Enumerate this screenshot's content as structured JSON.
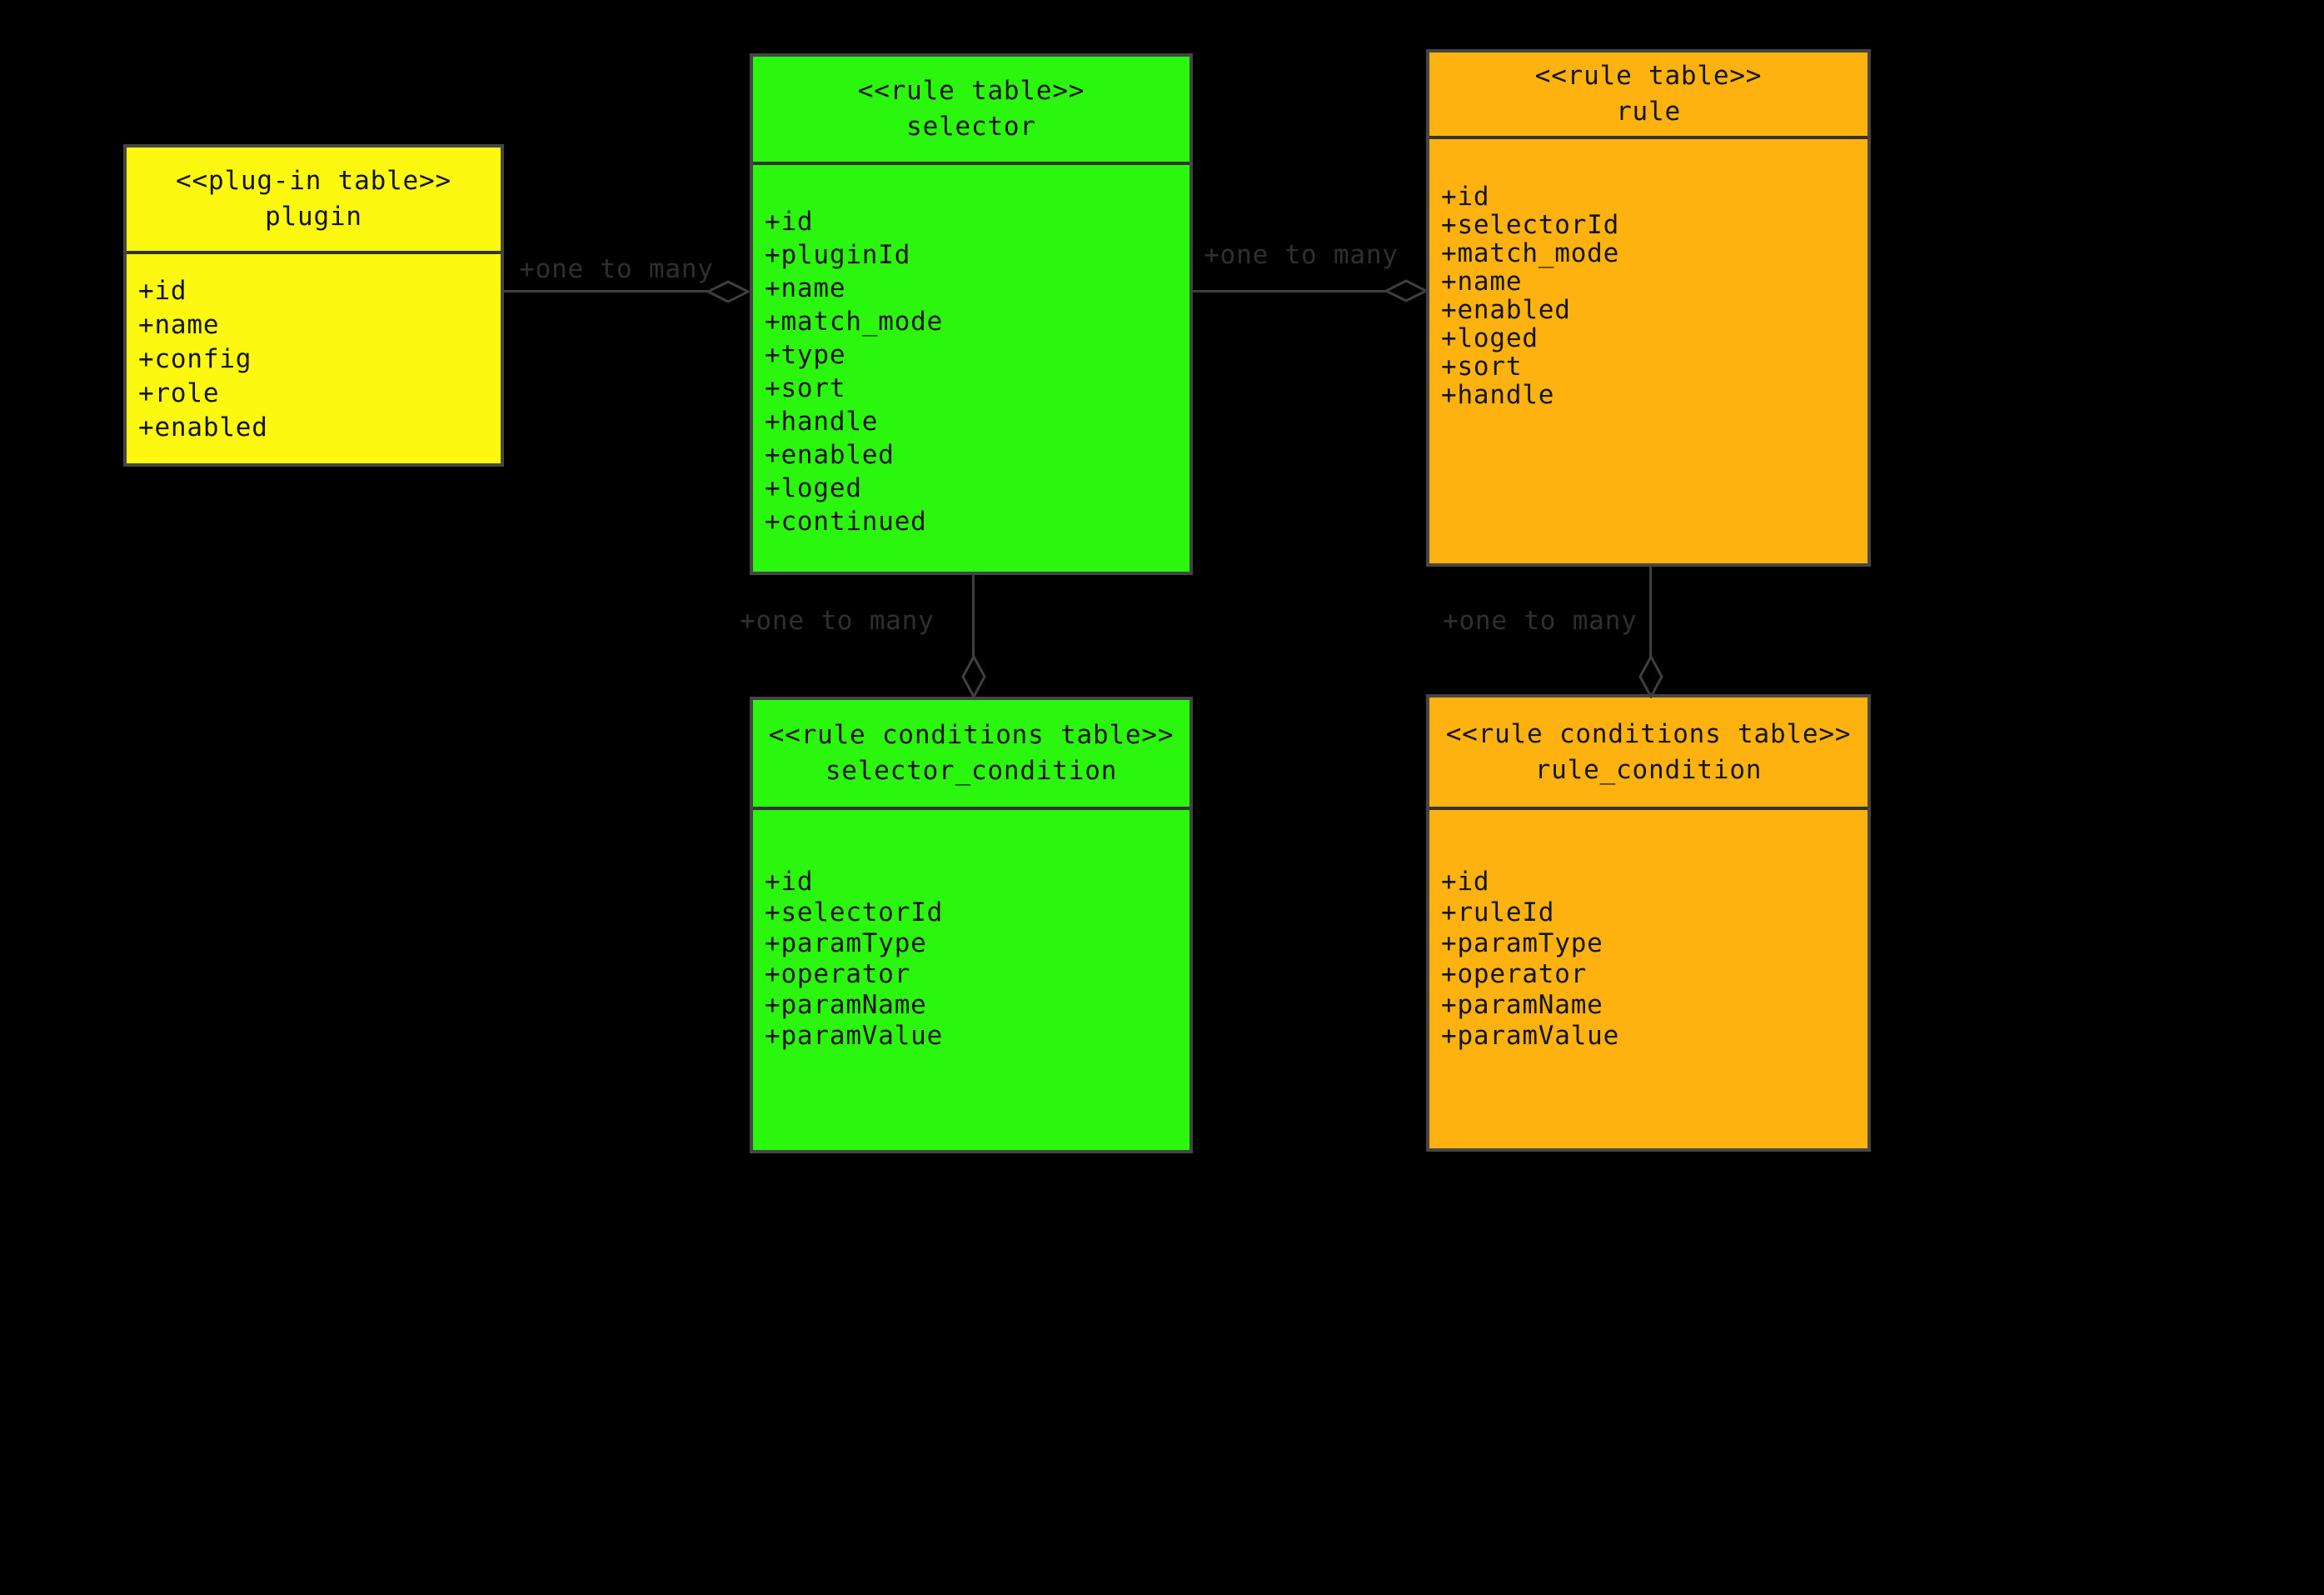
{
  "diagram": {
    "colors": {
      "background": "#000000",
      "plugin_fill": "#FDF80F",
      "selector_fill": "#2BF60D",
      "rule_fill": "#FDB210",
      "box_border": "#454545",
      "box_text": "#151515",
      "edge_line": "#3F3F3F",
      "edge_label_text": "#2F2F2F"
    },
    "boxes": {
      "plugin": {
        "stereotype": "<<plug-in table>>",
        "name": "plugin",
        "fill": "#FDF80F",
        "fields": [
          "+id",
          "+name",
          "+config",
          "+role",
          "+enabled"
        ]
      },
      "selector": {
        "stereotype": "<<rule table>>",
        "name": "selector",
        "fill": "#2BF60D",
        "fields": [
          "+id",
          "+pluginId",
          "+name",
          "+match_mode",
          "+type",
          "+sort",
          "+handle",
          "+enabled",
          "+loged",
          "+continued"
        ]
      },
      "rule": {
        "stereotype": "<<rule table>>",
        "name": "rule",
        "fill": "#FDB210",
        "fields": [
          "+id",
          "+selectorId",
          "+match_mode",
          "+name",
          "+enabled",
          "+loged",
          "+sort",
          "+handle"
        ]
      },
      "selector_condition": {
        "stereotype": "<<rule conditions table>>",
        "name": "selector_condition",
        "fill": "#2BF60D",
        "fields": [
          "+id",
          "+selectorId",
          "+paramType",
          "+operator",
          "+paramName",
          "+paramValue"
        ]
      },
      "rule_condition": {
        "stereotype": "<<rule conditions table>>",
        "name": "rule_condition",
        "fill": "#FDB210",
        "fields": [
          "+id",
          "+ruleId",
          "+paramType",
          "+operator",
          "+paramName",
          "+paramValue"
        ]
      }
    },
    "connectors": {
      "plugin_selector": {
        "label": "+one to many",
        "type": "aggregation"
      },
      "selector_rule": {
        "label": "+one to many",
        "type": "aggregation"
      },
      "selector_condition": {
        "label": "+one to many",
        "type": "aggregation"
      },
      "rule_condition": {
        "label": "+one to many",
        "type": "aggregation"
      }
    }
  }
}
